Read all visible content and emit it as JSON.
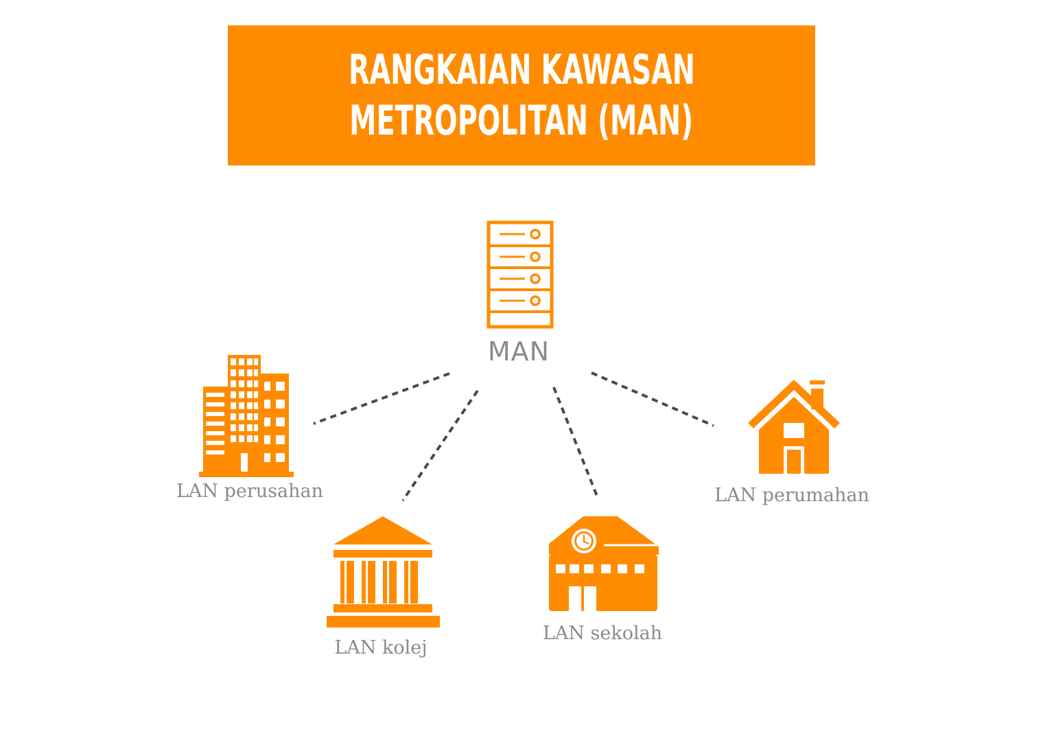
{
  "title": {
    "line1": "RANGKAIAN KAWASAN",
    "line2": "METROPOLITAN (MAN)"
  },
  "center_node": {
    "label": "MAN",
    "icon": "server-icon"
  },
  "nodes": [
    {
      "id": "perusahan",
      "label": "LAN perusahan",
      "icon": "office-buildings-icon"
    },
    {
      "id": "kolej",
      "label": "LAN kolej",
      "icon": "college-building-icon"
    },
    {
      "id": "sekolah",
      "label": "LAN sekolah",
      "icon": "school-building-icon"
    },
    {
      "id": "perumahan",
      "label": "LAN perumahan",
      "icon": "house-icon"
    }
  ],
  "colors": {
    "accent": "#FF8C00",
    "label_text": "#8a8a8a",
    "connector": "#4a4a4a",
    "title_text": "#ffffff"
  }
}
